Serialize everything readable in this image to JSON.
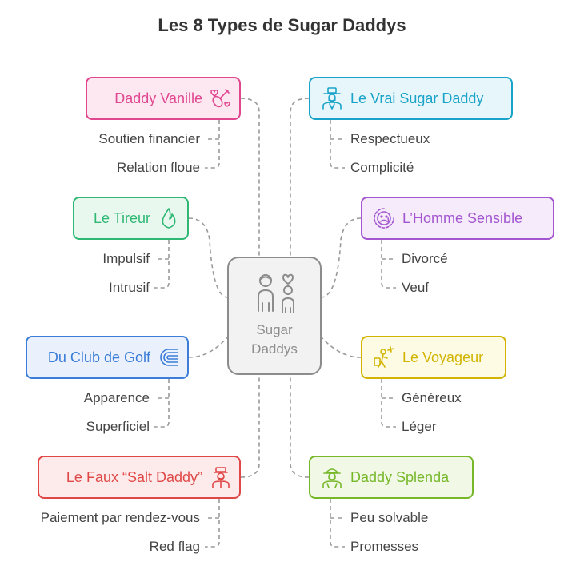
{
  "title": "Les 8 Types de Sugar Daddys",
  "center": {
    "label_line1": "Sugar",
    "label_line2": "Daddys",
    "icon": "people-heart-icon"
  },
  "types": [
    {
      "id": "daddy-vanille",
      "label": "Daddy Vanille",
      "color": "#e0478f",
      "fill": "#fde8f2",
      "icon": "violin-hearts-icon",
      "side": "left",
      "items": [
        "Soutien financier",
        "Relation floue"
      ]
    },
    {
      "id": "le-tireur",
      "label": "Le Tireur",
      "color": "#2fb874",
      "fill": "#e8f8ef",
      "icon": "flame-icon",
      "side": "left",
      "items": [
        "Impulsif",
        "Intrusif"
      ]
    },
    {
      "id": "du-club-de-golf",
      "label": "Du Club de Golf",
      "color": "#3b7dd8",
      "fill": "#eaf1fc",
      "icon": "golf-club-logo-icon",
      "side": "left",
      "items": [
        "Apparence",
        "Superficiel"
      ]
    },
    {
      "id": "le-faux-salt-daddy",
      "label": "Le Faux “Salt Daddy”",
      "color": "#e04848",
      "fill": "#fdeaea",
      "icon": "doorman-icon",
      "side": "left",
      "items": [
        "Paiement par rendez-vous",
        "Red flag"
      ]
    },
    {
      "id": "le-vrai-sugar-daddy",
      "label": "Le Vrai Sugar Daddy",
      "color": "#1aa3c8",
      "fill": "#e6f6fb",
      "icon": "gentleman-hat-icon",
      "side": "right",
      "items": [
        "Respectueux",
        "Complicité"
      ]
    },
    {
      "id": "l-homme-sensible",
      "label": "L’Homme Sensible",
      "color": "#a356d0",
      "fill": "#f5ebfb",
      "icon": "sensitive-face-icon",
      "side": "right",
      "items": [
        "Divorcé",
        "Veuf"
      ]
    },
    {
      "id": "le-voyageur",
      "label": "Le Voyageur",
      "color": "#d2b400",
      "fill": "#fdfbe3",
      "icon": "traveler-plane-icon",
      "side": "right",
      "items": [
        "Généreux",
        "Léger"
      ]
    },
    {
      "id": "daddy-splenda",
      "label": "Daddy Splenda",
      "color": "#76b82a",
      "fill": "#f1f8e6",
      "icon": "old-man-hat-icon",
      "side": "right",
      "items": [
        "Peu solvable",
        "Promesses"
      ]
    }
  ]
}
